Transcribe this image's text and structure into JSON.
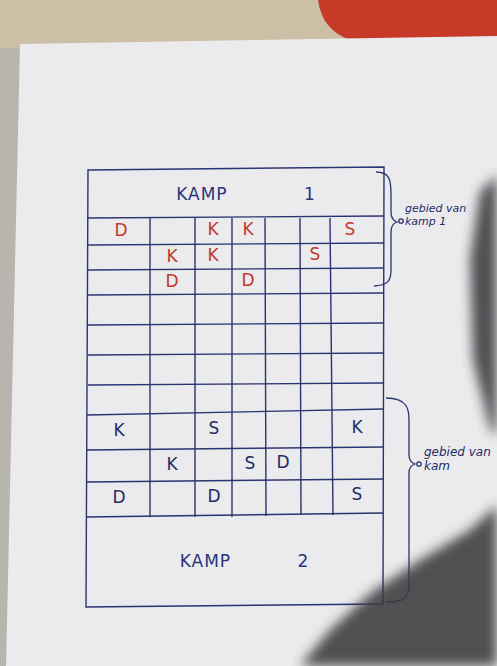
{
  "diagram": {
    "nodes": [
      {
        "text": [
          "KAMP 1"
        ]
      },
      {
        "text": [
          "KAMP 2"
        ]
      }
    ],
    "labels": [
      "D",
      "K",
      "K",
      "S",
      "K",
      "K",
      "S",
      "D",
      "D",
      "K",
      "S",
      "K",
      "K",
      "S",
      "D",
      "D",
      "D",
      "S",
      "gebied van kamp 1",
      "gebied van kam"
    ]
  }
}
